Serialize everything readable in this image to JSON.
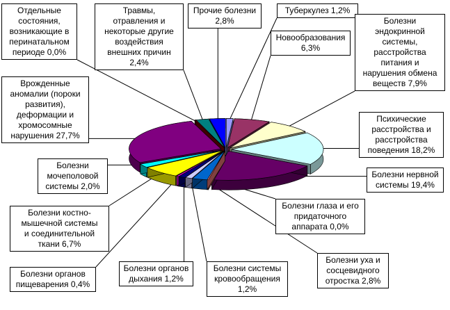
{
  "chart_data": {
    "type": "pie",
    "title": "",
    "slices": [
      {
        "label": "Туберкулез 1,2%",
        "value": 1.2,
        "color": "#9999ff"
      },
      {
        "label": "Новообразования\n6,3%",
        "value": 6.3,
        "color": "#993366"
      },
      {
        "label": "Болезни\nэндокринной\nсистемы,\nрасстройства\nпитания и\nнарушения обмена\nвеществ 7,9%",
        "value": 7.9,
        "color": "#ffffcc"
      },
      {
        "label": "Психические\nрасстройства и\nрасстройства\nповедения 18,2%",
        "value": 18.2,
        "color": "#ccffff"
      },
      {
        "label": "Болезни нервной\nсистемы 19,4%",
        "value": 19.4,
        "color": "#660066"
      },
      {
        "label": "Болезни глаза и его\nпридаточного\nаппарата 0,0%",
        "value": 0.0,
        "color": "#ff8080"
      },
      {
        "label": "Болезни уха и\nсосцевидного\nотростка 2,8%",
        "value": 2.8,
        "color": "#0066cc"
      },
      {
        "label": "Болезни системы\nкровообращения\n1,2%",
        "value": 1.2,
        "color": "#ccccff"
      },
      {
        "label": "Болезни органов\nдыхания 1,2%",
        "value": 1.2,
        "color": "#000080"
      },
      {
        "label": "Болезни органов\nпищеварения 0,4%",
        "value": 0.4,
        "color": "#ff00ff"
      },
      {
        "label": "Болезни костно-\nмышечной системы\nи соединительной\nткани 6,7%",
        "value": 6.7,
        "color": "#ffff00"
      },
      {
        "label": "Болезни\nмочеполовой\nсистемы 2,0%",
        "value": 2.0,
        "color": "#00ffff"
      },
      {
        "label": "Врожденные\nаномалии (пороки\nразвития),\nдеформации и\nхромосомные\nнарушения 27,7%",
        "value": 27.7,
        "color": "#800080"
      },
      {
        "label": "Отдельные\nсостояния,\nвозникающие в\nперинатальном\nпериоде 0,0%",
        "value": 0.0,
        "color": "#800000"
      },
      {
        "label": "Травмы,\nотравления и\nнекоторые другие\nвоздействия\nвнешних причин\n2,4%",
        "value": 2.4,
        "color": "#008080"
      },
      {
        "label": "Прочие болезни\n2,8%",
        "value": 2.8,
        "color": "#0000ff"
      }
    ]
  }
}
